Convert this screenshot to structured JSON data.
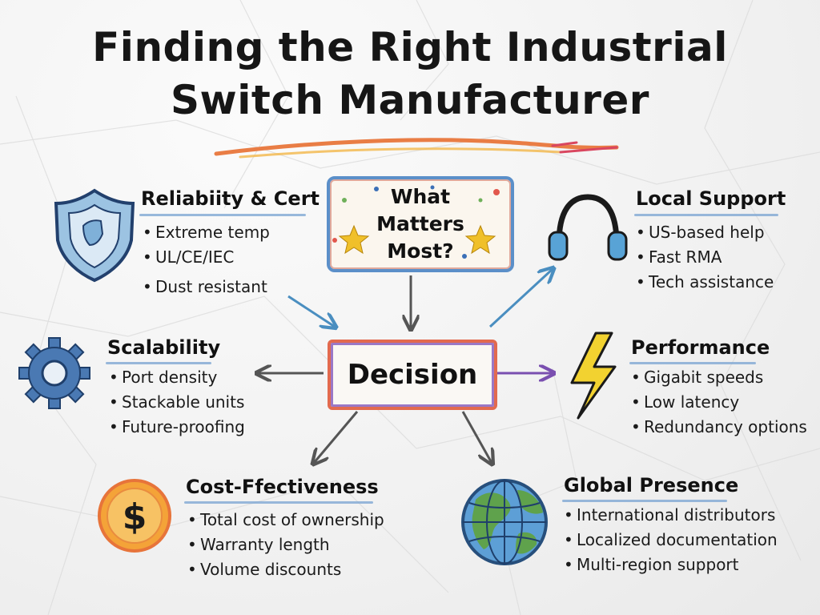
{
  "title": {
    "line1": "Finding the Right Industrial",
    "line2": "Switch Manufacturer"
  },
  "center": {
    "top_label": "What Matters Most?",
    "decision_label": "Decision"
  },
  "nodes": {
    "reliability": {
      "heading": "Reliabiity & Cert",
      "icon": "shield-icon",
      "items": [
        "Extreme temp",
        "UL/CE/IEC",
        "Dust resistant"
      ]
    },
    "local_support": {
      "heading": "Local Support",
      "icon": "headphones-icon",
      "items": [
        "US-based help",
        "Fast RMA",
        "Tech assistance"
      ]
    },
    "scalability": {
      "heading": "Scalability",
      "icon": "gear-icon",
      "items": [
        "Port density",
        "Stackable units",
        "Future-proofing"
      ]
    },
    "performance": {
      "heading": "Performance",
      "icon": "lightning-bolt-icon",
      "items": [
        "Gigabit speeds",
        "Low latency",
        "Redundancy options"
      ]
    },
    "cost": {
      "heading": "Cost-Ffectiveness",
      "icon": "dollar-coin-icon",
      "items": [
        "Total cost of ownership",
        "Warranty length",
        "Volume discounts"
      ]
    },
    "global": {
      "heading": "Global Presence",
      "icon": "globe-icon",
      "items": [
        "International distributors",
        "Localized documentation",
        "Multi-region support"
      ]
    }
  },
  "colors": {
    "accent_blue": "#5b8fc9",
    "accent_red": "#e26a4f",
    "accent_purple": "#7a4fb0",
    "bolt_yellow": "#f2d230",
    "coin_orange": "#f4a338"
  }
}
